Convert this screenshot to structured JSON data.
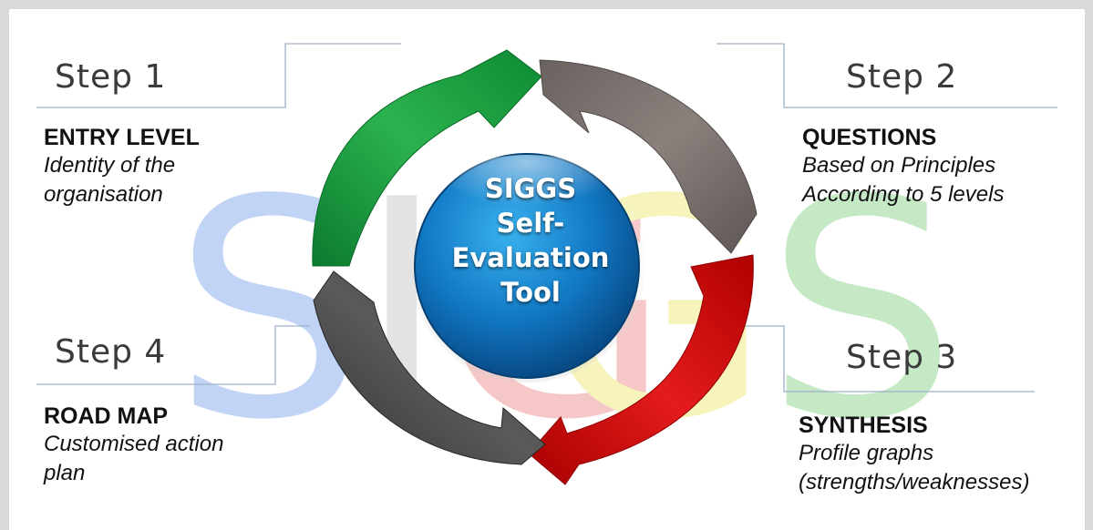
{
  "center": {
    "lines": [
      "SIGGS",
      "Self-",
      "Evaluation",
      "Tool"
    ]
  },
  "watermark": {
    "letters": [
      "S",
      "I",
      "G",
      "G",
      "S"
    ],
    "colors": [
      "#4f86e8",
      "#b0b0b0",
      "#e86060",
      "#e8e040",
      "#5cbf5c"
    ]
  },
  "steps": [
    {
      "label": "Step 1",
      "heading": "ENTRY LEVEL",
      "lines": [
        "Identity of the",
        "organisation"
      ],
      "color": "#1f9e43"
    },
    {
      "label": "Step 2",
      "heading": "QUESTIONS",
      "lines": [
        "Based on Principles",
        "According to 5 levels"
      ],
      "color": "#7a716e"
    },
    {
      "label": "Step 3",
      "heading": "SYNTHESIS",
      "lines": [
        "Profile graphs",
        "(strengths/weaknesses)"
      ],
      "color": "#d60d0d"
    },
    {
      "label": "Step 4",
      "heading": "ROAD MAP",
      "lines": [
        "Customised action",
        "plan"
      ],
      "color": "#4a4a4a"
    }
  ]
}
